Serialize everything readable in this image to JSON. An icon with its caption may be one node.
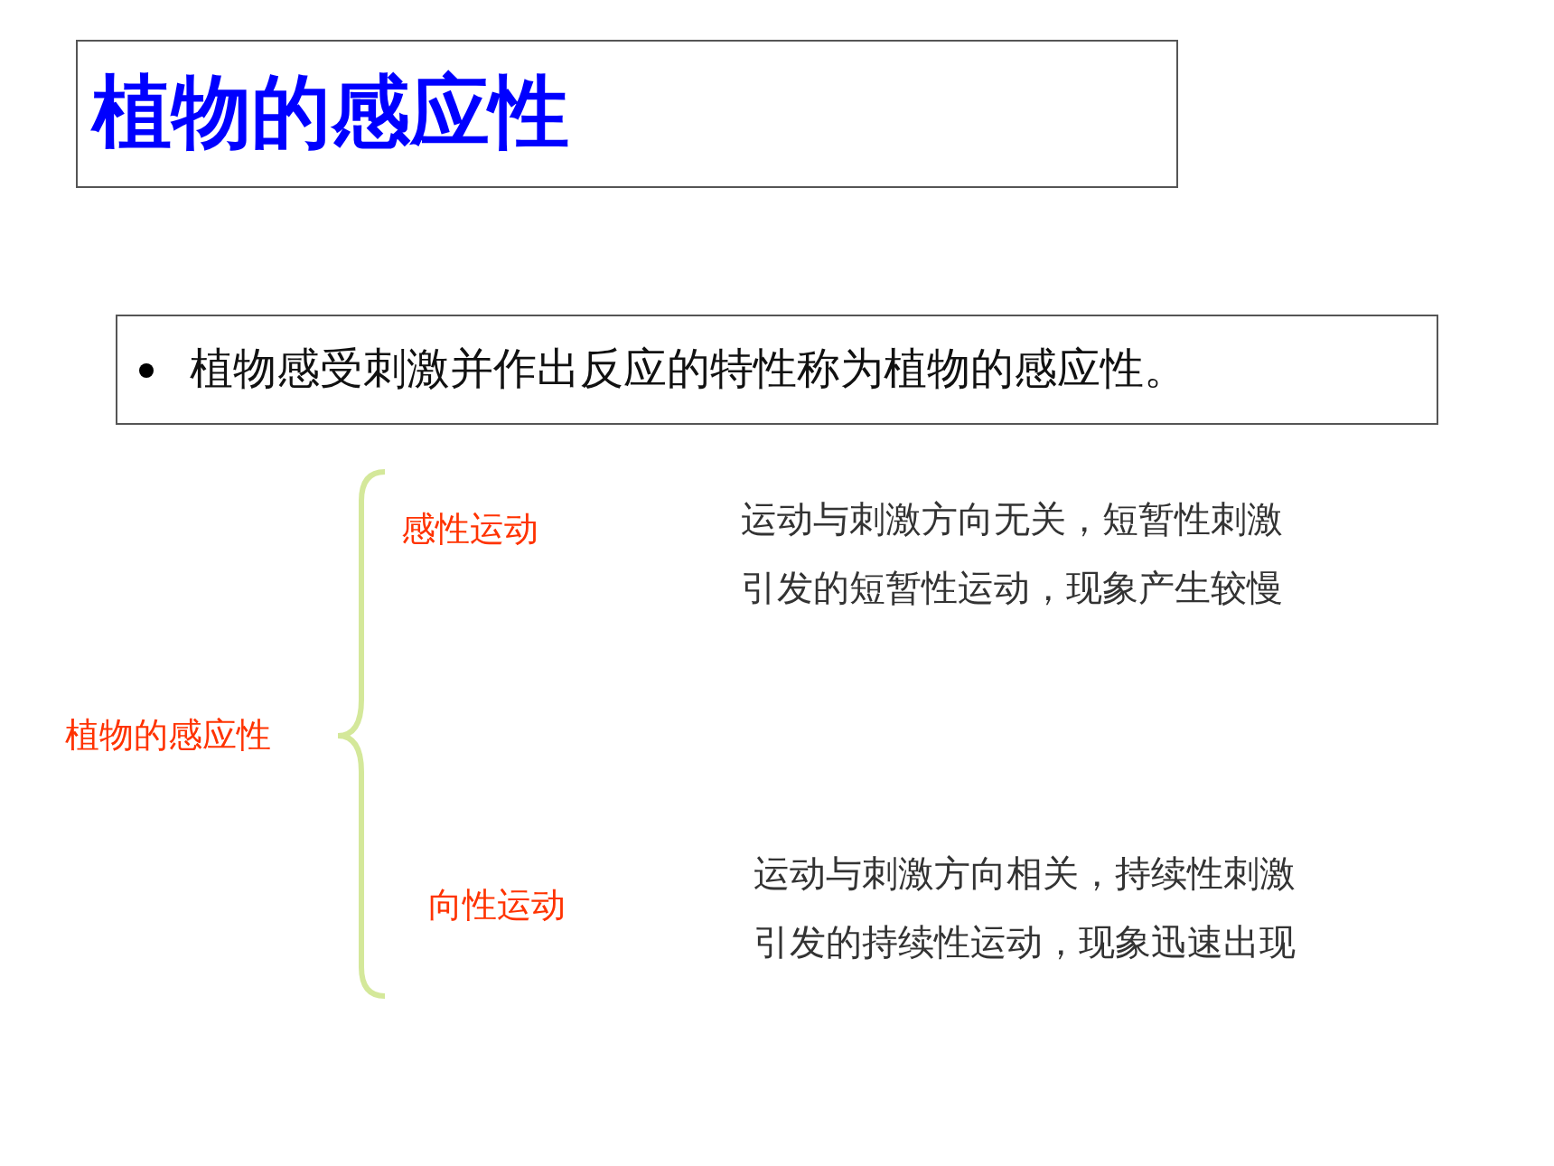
{
  "diagram": {
    "nodes": [
      {
        "text": [
          "植物的感应性"
        ]
      },
      {
        "text": [
          "植物感受刺激并作出反应的特性称为植物的感应性。"
        ]
      },
      {
        "text": [
          "植物的感应性"
        ]
      },
      {
        "text": [
          "感性运动"
        ]
      },
      {
        "text": [
          "向性运动"
        ]
      }
    ],
    "labels": [
      "运动与刺激方向无关，短暂性刺激引发的短暂性运动，现象产生较慢",
      "运动与刺激方向相关，持续性刺激引发的持续性运动，现象迅速出现"
    ]
  }
}
